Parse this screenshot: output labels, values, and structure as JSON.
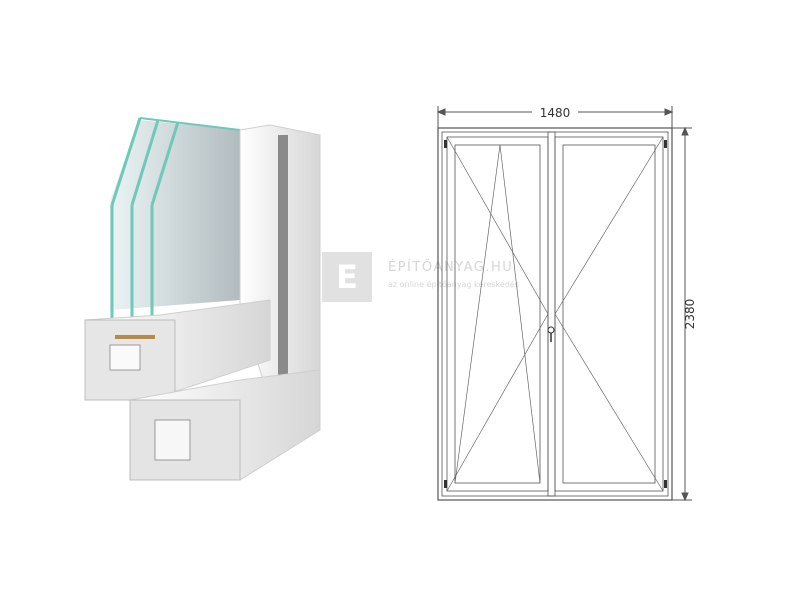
{
  "watermark": {
    "logo_letter": "E",
    "brand": "ÉPÍTŐANYAG.HU",
    "tagline": "az online építőanyag kereskedés"
  },
  "drawing": {
    "width_label": "1480",
    "height_label": "2380"
  },
  "colors": {
    "line": "#555555",
    "frame": "#444444",
    "glass": "#8fd3c8",
    "pvc": "#f1f1f1"
  }
}
